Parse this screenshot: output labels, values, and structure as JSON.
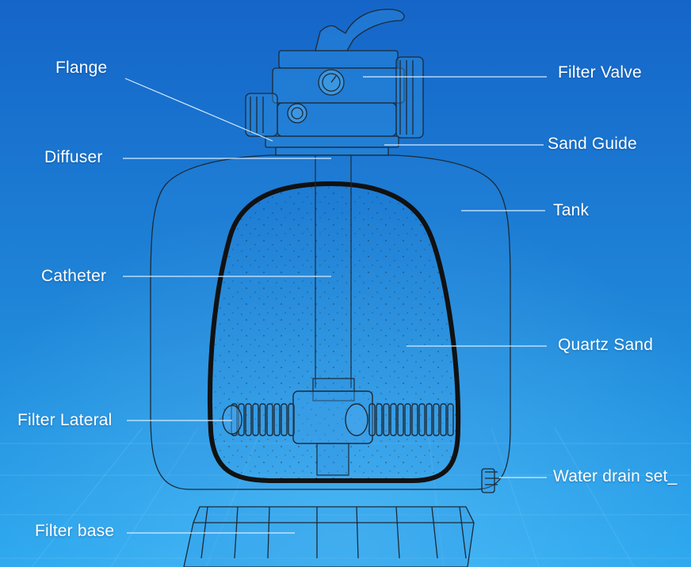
{
  "labels": {
    "flange": "Flange",
    "diffuser": "Diffuser",
    "catheter": "Catheter",
    "filter_lateral": "Filter Lateral",
    "filter_base": "Filter base",
    "filter_valve": "Filter Valve",
    "sand_guide": "Sand Guide",
    "tank": "Tank",
    "quartz_sand": "Quartz Sand",
    "water_drain_set": "Water drain set_"
  },
  "colors": {
    "bg_top": "#1565c8",
    "bg_mid": "#1f8fe0",
    "bg_bottom": "#2aa6ee",
    "line": "#1d2a36",
    "leader": "#d6ecff",
    "text": "#ffffff"
  }
}
